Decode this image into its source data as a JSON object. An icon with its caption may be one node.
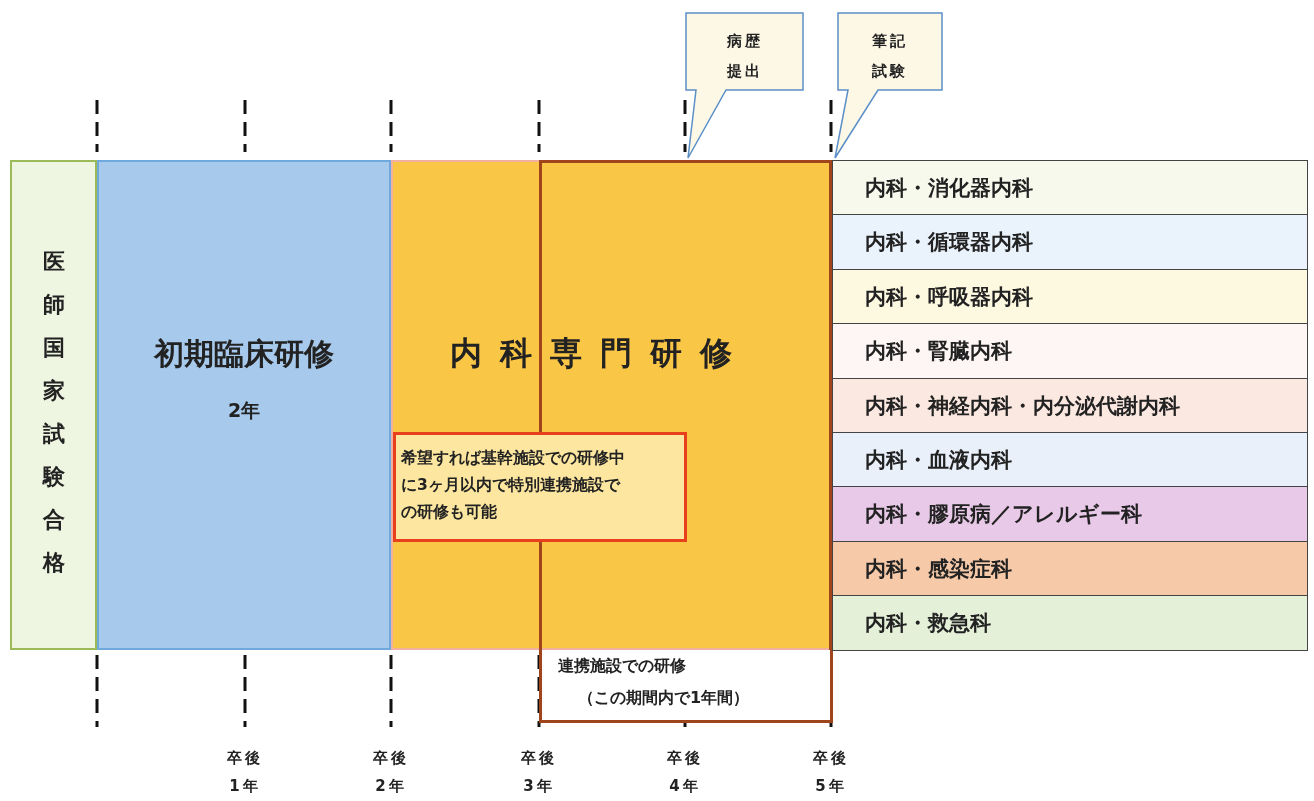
{
  "diagram": {
    "nodes": [
      {
        "text": [
          "医師国家試験合格"
        ]
      },
      {
        "text": [
          "初期臨床研修",
          "2年"
        ]
      },
      {
        "text": [
          "内科専門研修"
        ]
      },
      {
        "text": [
          "希望すれば基幹施設での研修中に3ヶ月以内で特別連携施設での研修も可能"
        ],
        "in": 2
      },
      {
        "text": [
          "連携施設での研修",
          "（この期間内で1年間）"
        ]
      },
      {
        "text": [
          "病歴提出"
        ]
      },
      {
        "text": [
          "筆記試験"
        ]
      },
      {
        "text": [
          "内科・消化器内科"
        ]
      },
      {
        "text": [
          "内科・循環器内科"
        ]
      },
      {
        "text": [
          "内科・呼吸器内科"
        ]
      },
      {
        "text": [
          "内科・腎臓内科"
        ]
      },
      {
        "text": [
          "内科・神経内科・内分泌代謝内科"
        ]
      },
      {
        "text": [
          "内科・血液内科"
        ]
      },
      {
        "text": [
          "内科・膠原病／アレルギー科"
        ]
      },
      {
        "text": [
          "内科・感染症科"
        ]
      },
      {
        "text": [
          "内科・救急科"
        ]
      }
    ],
    "labels": [
      "卒後 1年",
      "卒後 2年",
      "卒後 3年",
      "卒後 4年",
      "卒後 5年"
    ]
  }
}
